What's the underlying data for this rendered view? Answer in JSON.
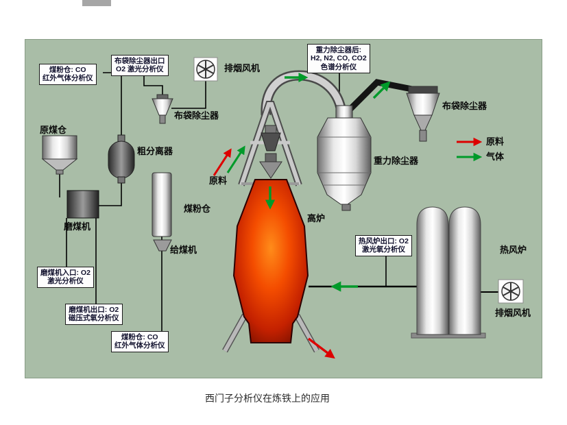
{
  "caption": "西门子分析仪在炼铁上的应用",
  "equipment": {
    "fan_top": "排烟风机",
    "bag_filter_left": "布袋除尘器",
    "raw_coal_bin": "原煤仓",
    "coarse_separator": "粗分离器",
    "coal_mill": "磨煤机",
    "coal_powder_bin": "煤粉仓",
    "coal_feeder": "给煤机",
    "raw_material": "原料",
    "blast_furnace": "高炉",
    "gravity_collector": "重力除尘器",
    "bag_filter_right": "布袋除尘器",
    "hot_stove": "热风炉",
    "fan_right": "排烟风机"
  },
  "legend": {
    "material": "原料",
    "gas": "气体"
  },
  "analyzers": [
    {
      "lines": [
        "布袋除尘器出口",
        "O2 激光分析仪"
      ]
    },
    {
      "lines": [
        "煤粉仓: CO",
        "红外气体分析仪"
      ]
    },
    {
      "lines": [
        "重力除尘器后:",
        "H2, N2, CO, CO2",
        "色谱分析仪"
      ]
    },
    {
      "lines": [
        "热风炉出口: O2",
        "激光氧分析仪"
      ]
    },
    {
      "lines": [
        "磨煤机入口: O2",
        "激光分析仪"
      ]
    },
    {
      "lines": [
        "磨煤机出口: O2",
        "磁压式氧分析仪"
      ]
    },
    {
      "lines": [
        "煤粉仓: CO",
        "红外气体分析仪"
      ]
    }
  ],
  "colors": {
    "canvas_bg": "#a9bda7",
    "material_arrow": "#dd0000",
    "gas_arrow": "#009a2a",
    "furnace_core": "#ff8c1a",
    "furnace_edge": "#5f0a00"
  }
}
